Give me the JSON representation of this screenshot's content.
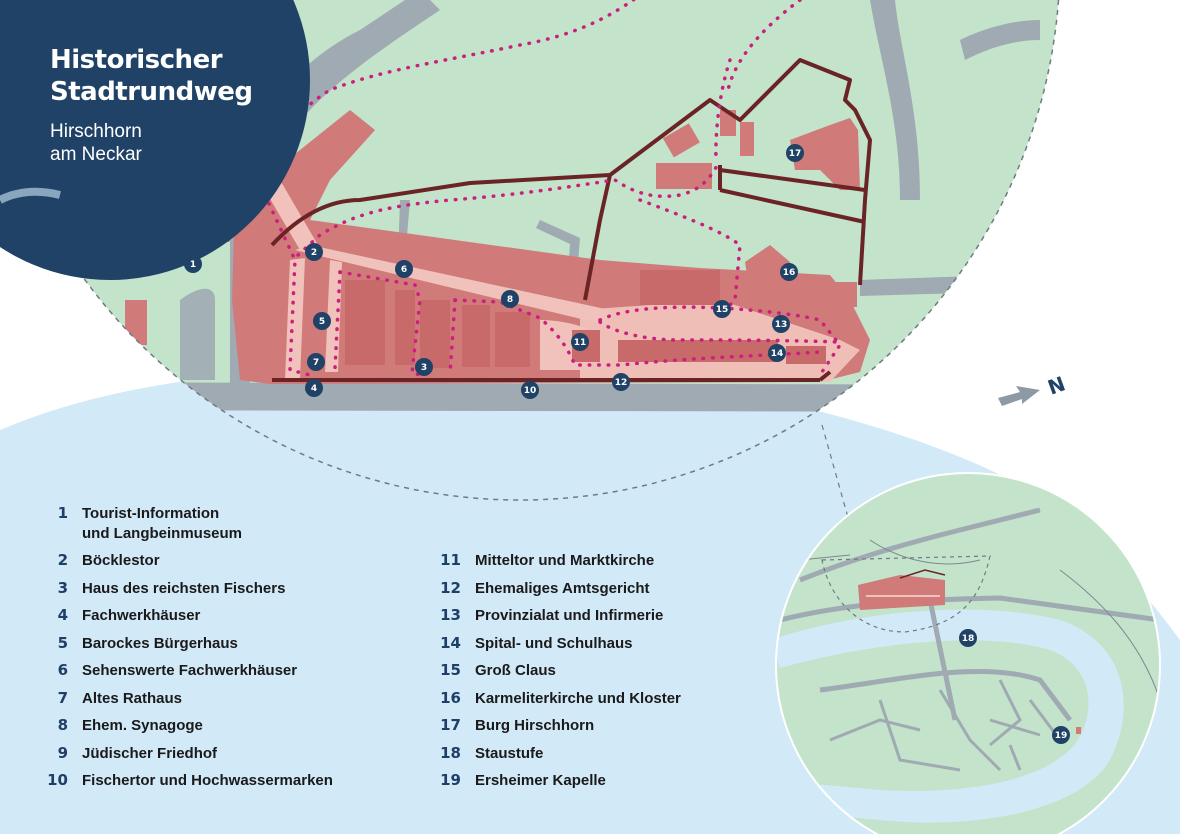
{
  "title": {
    "line1": "Historischer",
    "line2": "Stadtrundweg",
    "sub1": "Hirschhorn",
    "sub2": "am Neckar"
  },
  "colors": {
    "navy": "#1f4266",
    "meadow": "#c3e3cb",
    "water": "#d2e9f8",
    "road": "#a0aab3",
    "oldtown": "#d07a79",
    "street": "#f0c2bb",
    "wall": "#6b2425",
    "route": "#cc1f7c"
  },
  "icons": {
    "north": "north-arrow-icon",
    "poi": "poi-marker-icon"
  },
  "north_letter": "N",
  "stations": [
    {
      "n": "1",
      "label": "Tourist-Information",
      "label2": "und Langbeinmuseum"
    },
    {
      "n": "2",
      "label": "Böcklestor"
    },
    {
      "n": "3",
      "label": "Haus des reichsten Fischers"
    },
    {
      "n": "4",
      "label": "Fachwerkhäuser"
    },
    {
      "n": "5",
      "label": "Barockes Bürgerhaus"
    },
    {
      "n": "6",
      "label": "Sehenswerte Fachwerkhäuser"
    },
    {
      "n": "7",
      "label": "Altes Rathaus"
    },
    {
      "n": "8",
      "label": "Ehem. Synagoge"
    },
    {
      "n": "9",
      "label": "Jüdischer Friedhof"
    },
    {
      "n": "10",
      "label": "Fischertor und Hochwassermarken"
    },
    {
      "n": "11",
      "label": "Mitteltor und Marktkirche"
    },
    {
      "n": "12",
      "label": "Ehemaliges Amtsgericht"
    },
    {
      "n": "13",
      "label": "Provinzialat und Infirmerie"
    },
    {
      "n": "14",
      "label": "Spital- und Schulhaus"
    },
    {
      "n": "15",
      "label": "Groß Claus"
    },
    {
      "n": "16",
      "label": "Karmeliterkirche und Kloster"
    },
    {
      "n": "17",
      "label": "Burg Hirschhorn"
    },
    {
      "n": "18",
      "label": "Staustufe"
    },
    {
      "n": "19",
      "label": "Ersheimer Kapelle"
    }
  ]
}
